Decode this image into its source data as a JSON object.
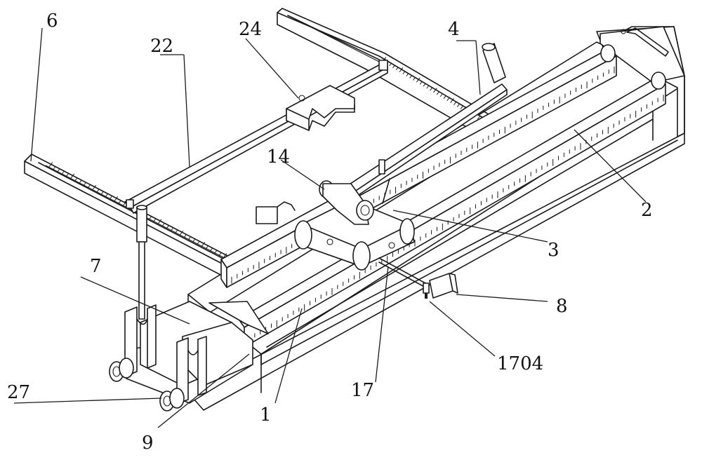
{
  "labels": {
    "l6": "6",
    "l22": "22",
    "l24": "24",
    "l4": "4",
    "l14": "14",
    "l2": "2",
    "l3": "3",
    "l7": "7",
    "l8": "8",
    "l1704": "1704",
    "l17": "17",
    "l27": "27",
    "l1": "1",
    "l9": "9"
  }
}
